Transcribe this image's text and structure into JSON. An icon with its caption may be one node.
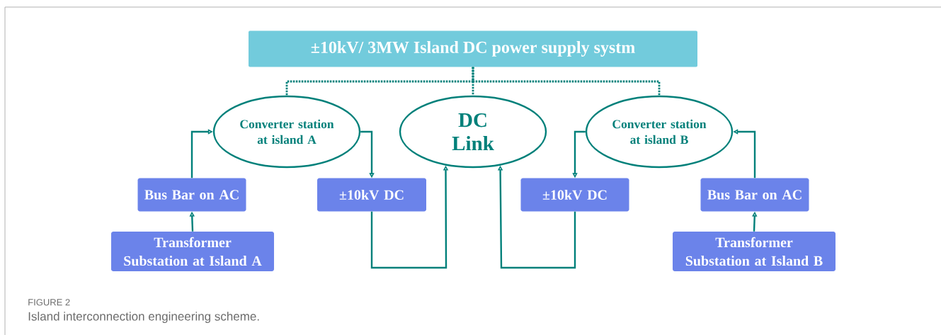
{
  "diagram": {
    "caption": "Island interconnection engineering scheme.",
    "nodes": [
      {
        "text": [
          "±10kV/ 3MW Island DC power supply systm"
        ]
      },
      {
        "text": [
          "Converter station at island A"
        ]
      },
      {
        "text": [
          "DC Link"
        ]
      },
      {
        "text": [
          "Converter station at island B"
        ]
      },
      {
        "text": [
          "Bus Bar on AC"
        ]
      },
      {
        "text": [
          "±10kV DC"
        ]
      },
      {
        "text": [
          "±10kV DC"
        ]
      },
      {
        "text": [
          "Bus Bar on AC"
        ]
      },
      {
        "text": [
          "Transformer Substation at Island A"
        ]
      },
      {
        "text": [
          "Transformer Substation at Island B"
        ]
      }
    ],
    "edges": [
      {
        "from": 0,
        "to": 1,
        "arrow": "none",
        "style": "dashed"
      },
      {
        "from": 0,
        "to": 2,
        "arrow": "none",
        "style": "dashed"
      },
      {
        "from": 0,
        "to": 3,
        "arrow": "none",
        "style": "dashed"
      },
      {
        "from": 8,
        "to": 4,
        "arrow": "to"
      },
      {
        "from": 4,
        "to": 1,
        "arrow": "to"
      },
      {
        "from": 1,
        "to": 5,
        "arrow": "to"
      },
      {
        "from": 5,
        "to": 2,
        "arrow": "to"
      },
      {
        "from": 9,
        "to": 7,
        "arrow": "to"
      },
      {
        "from": 7,
        "to": 3,
        "arrow": "to"
      },
      {
        "from": 3,
        "to": 6,
        "arrow": "to"
      },
      {
        "from": 6,
        "to": 2,
        "arrow": "to"
      }
    ],
    "labels": [
      "FIGURE 2"
    ]
  }
}
